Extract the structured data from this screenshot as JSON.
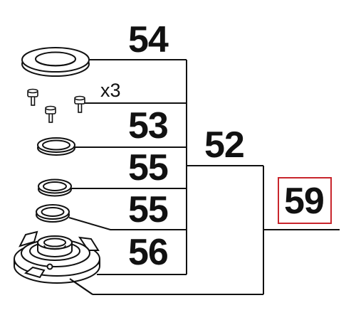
{
  "diagram": {
    "part_numbers": {
      "p54": "54",
      "p53": "53",
      "p55a": "55",
      "p55b": "55",
      "p56": "56",
      "p52": "52",
      "p59": "59"
    },
    "quantity_label": "x3",
    "highlight_color": "#c8252c",
    "line_color": "#111111"
  }
}
